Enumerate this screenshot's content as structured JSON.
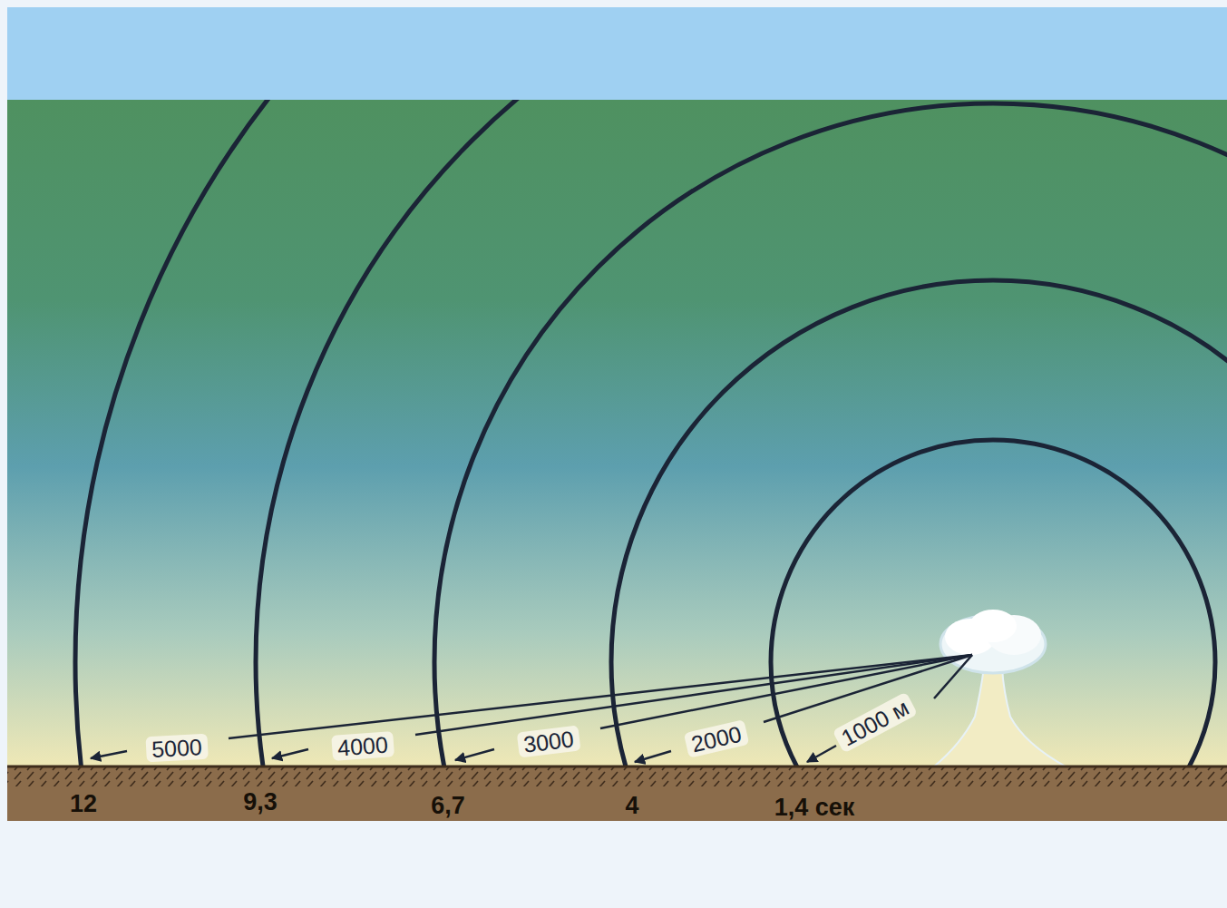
{
  "diagram": {
    "labels": [
      "5000",
      "4000",
      "3000",
      "2000",
      "1000 м",
      "12",
      "9,3",
      "6,7",
      "4",
      "1,4 сек"
    ]
  }
}
